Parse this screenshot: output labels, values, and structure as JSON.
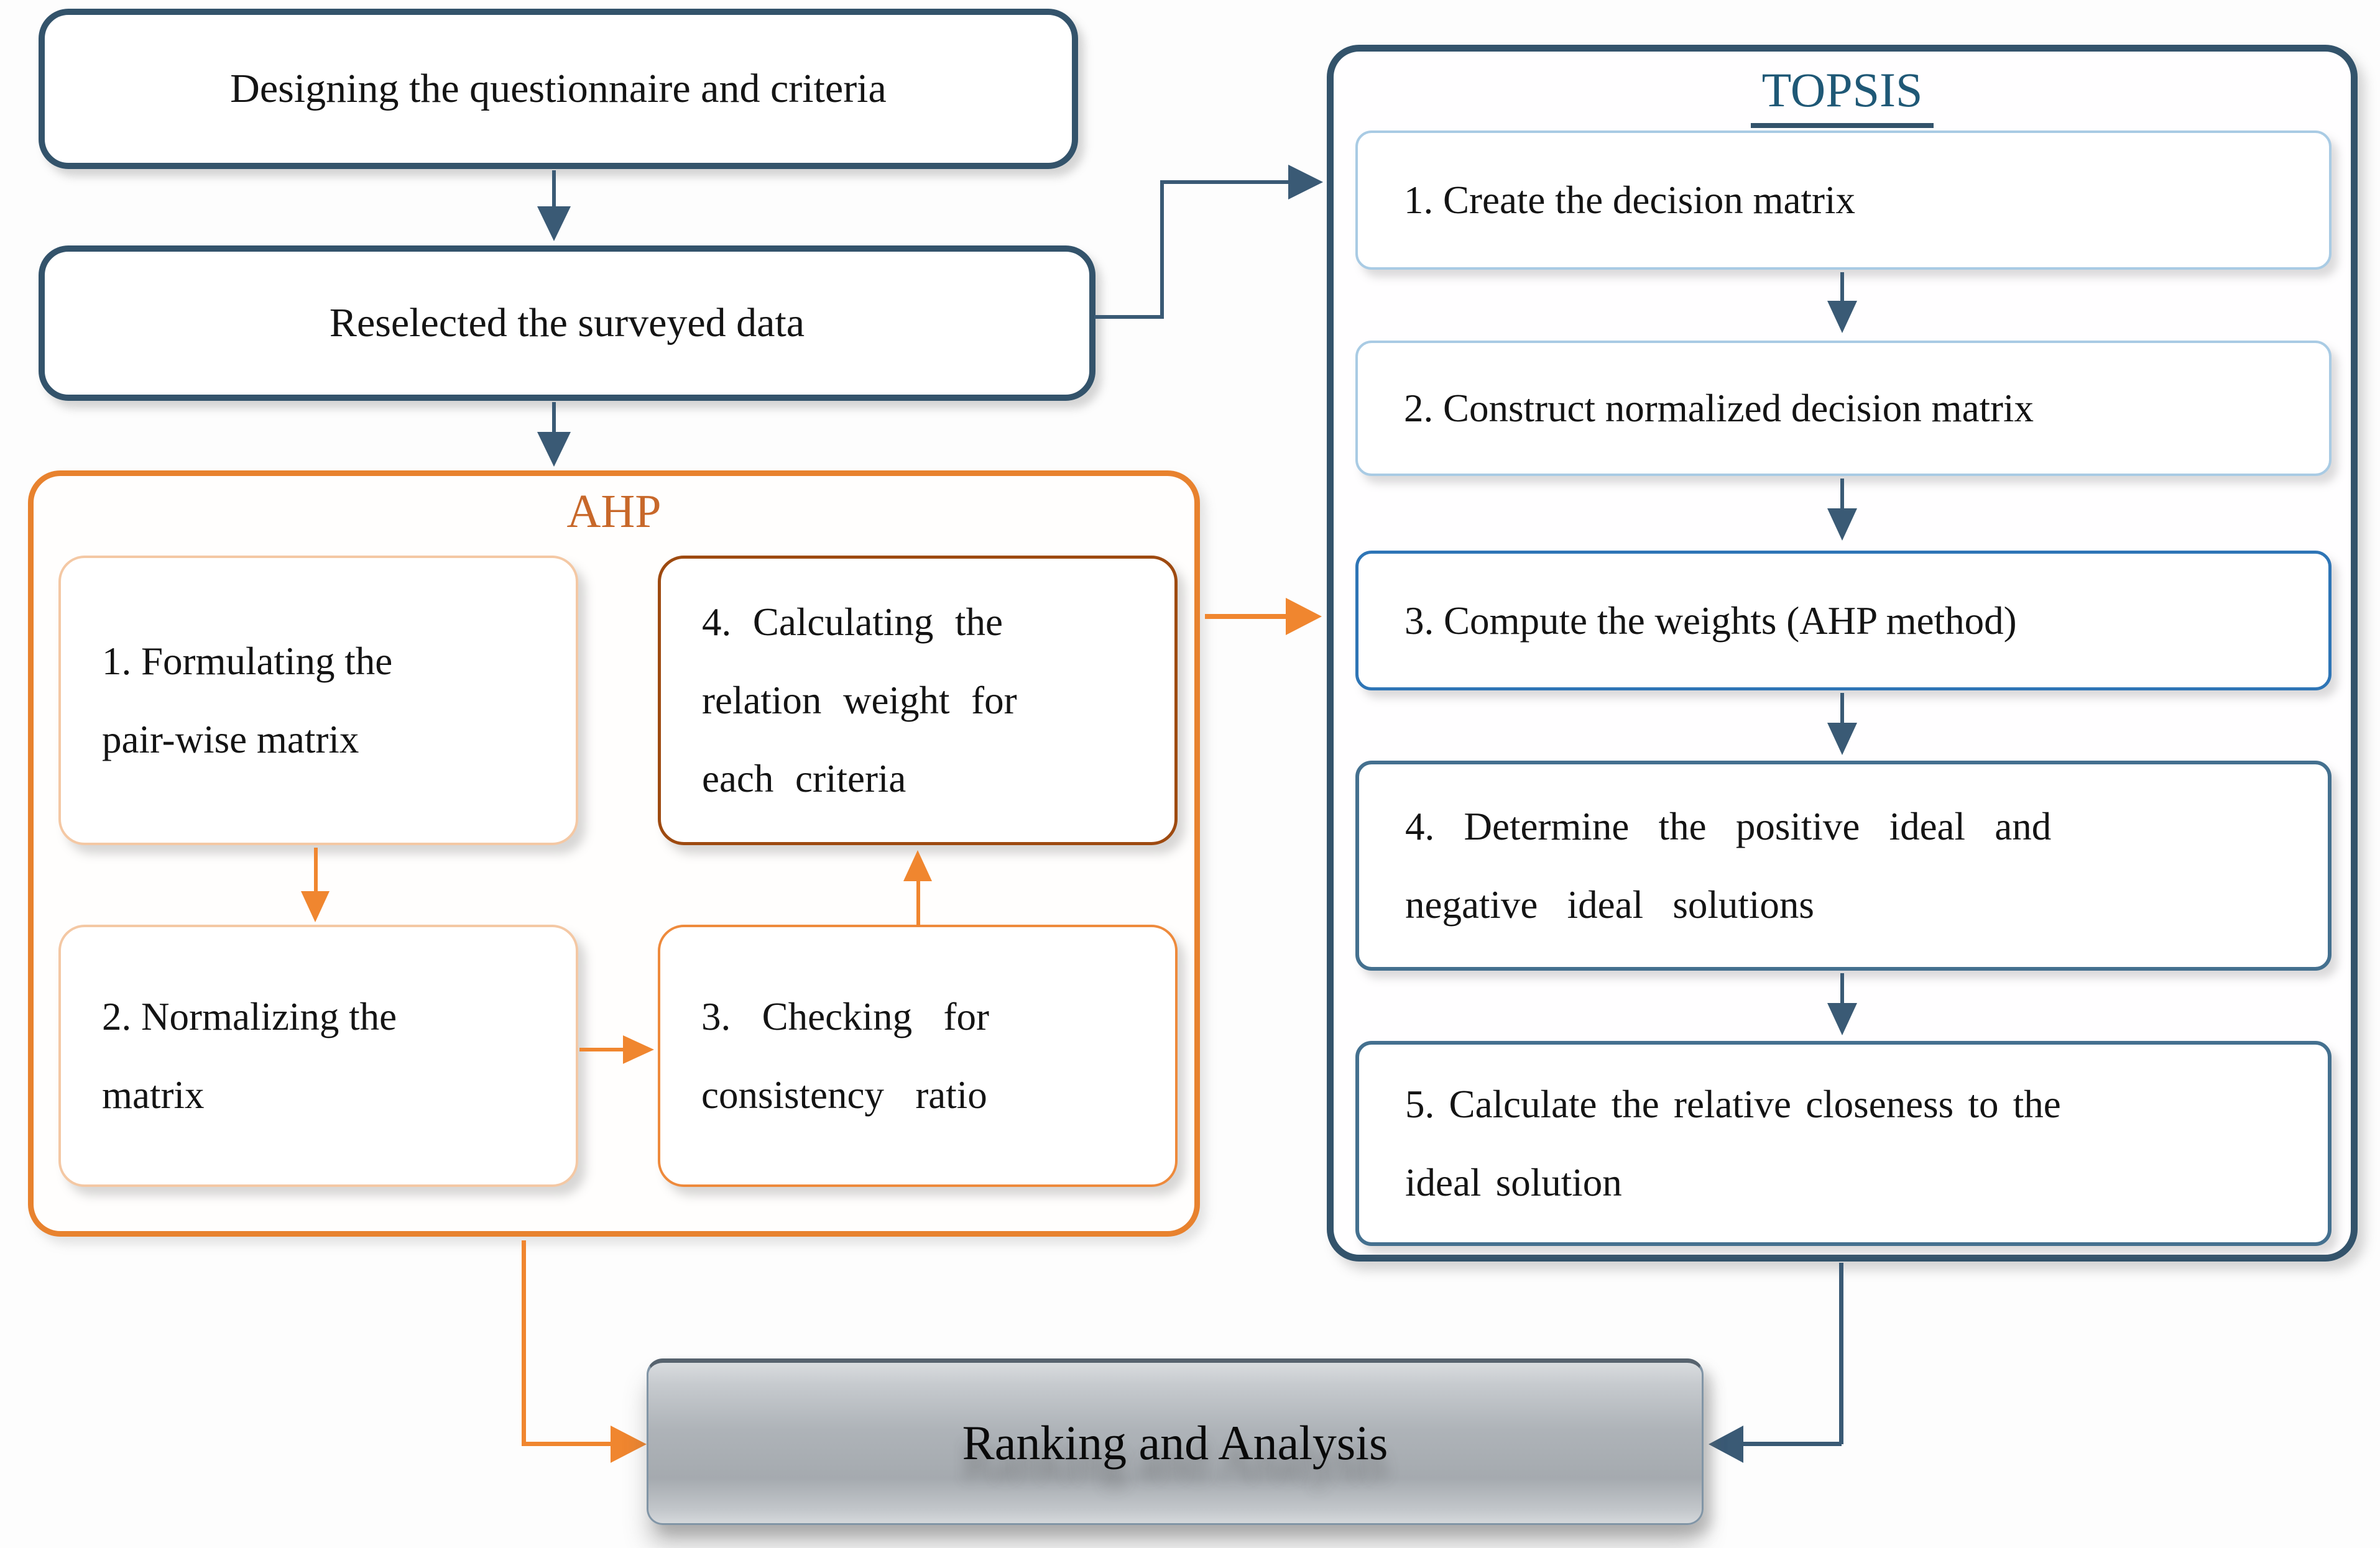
{
  "colors": {
    "slate_border": "#33536B",
    "slate_arrow": "#3A5A75",
    "orange_accent": "#E8822E",
    "orange_light_border": "#F4C8A4",
    "orange_dark_border": "#9E4A10",
    "ahp_title_color": "#C8682A",
    "topsis_title_color": "#1F5876",
    "blue_light_border": "#A9CBE4",
    "blue_medium_border": "#2E75B6",
    "blue_slate_border": "#44708F",
    "ranking_fill_gray": "#ACB1B6"
  },
  "flow": {
    "design_box": {
      "label": "Designing the questionnaire and criteria"
    },
    "reselect_box": {
      "label": "Reselected the surveyed data"
    },
    "ahp": {
      "title": "AHP",
      "steps": [
        {
          "label": "1. Formulating the\npair-wise matrix"
        },
        {
          "label": "2. Normalizing the\nmatrix"
        },
        {
          "label": "3. Checking for\nconsistency ratio"
        },
        {
          "label": "4. Calculating the\nrelation weight for\neach criteria"
        }
      ]
    },
    "topsis": {
      "title": "TOPSIS",
      "steps": [
        {
          "label": "1. Create the decision matrix"
        },
        {
          "label": "2. Construct normalized decision matrix"
        },
        {
          "label": "3. Compute the weights (AHP method)"
        },
        {
          "label": "4. Determine the positive ideal and\nnegative ideal solutions"
        },
        {
          "label": "5. Calculate the relative closeness to the\nideal solution"
        }
      ]
    },
    "ranking_box": {
      "label": "Ranking and Analysis"
    }
  }
}
